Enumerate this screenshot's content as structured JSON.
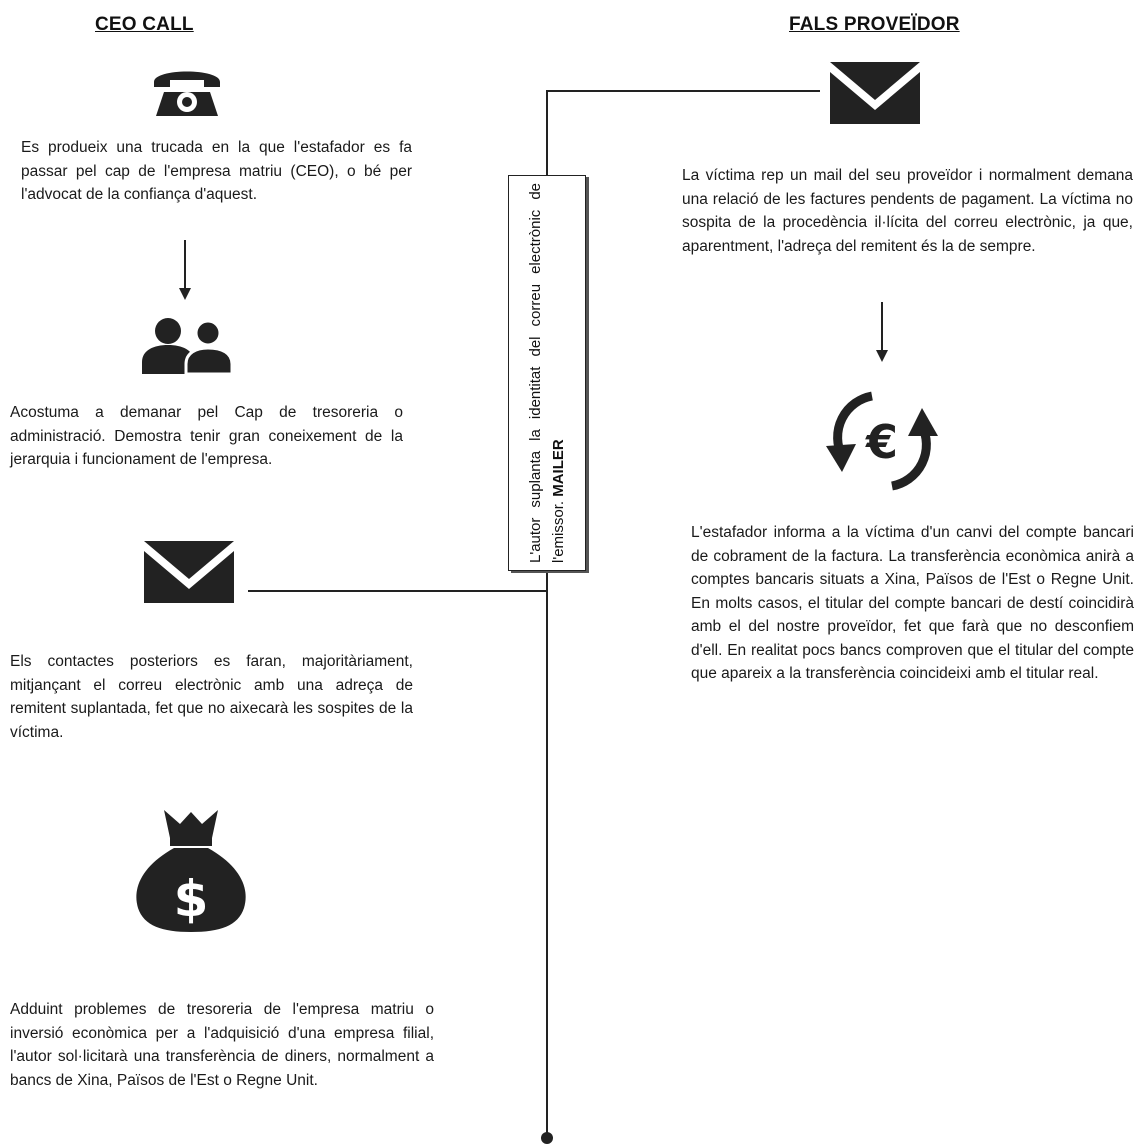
{
  "headings": {
    "left": "CEO CALL",
    "right": "FALS PROVEÏDOR"
  },
  "center_box": {
    "text": "L'autor suplanta la identitat del correu electrònic de l'emissor.",
    "emphasis": "MAILER"
  },
  "left_column": {
    "step1_text": "Es produeix una trucada en la que l'estafador es fa passar pel cap de l'empresa matriu (CEO), o bé per l'advocat de la confiança d'aquest.",
    "step2_text": "Acostuma a demanar pel Cap de tresoreria o administració. Demostra tenir gran coneixement de la jerarquia i funcionament de l'empresa.",
    "step3_text": "Els contactes posteriors es faran, majoritàriament, mitjançant el correu electrònic amb una adreça de remitent suplantada, fet que no aixecarà les sospites de la víctima.",
    "step4_text": "Adduint problemes de tresoreria de l'empresa matriu o inversió econòmica per a l'adquisició d'una empresa filial, l'autor sol·licitarà una transferència de diners, normalment a bancs de Xina, Països de l'Est o Regne Unit."
  },
  "right_column": {
    "step1_text": "La víctima rep un mail del seu proveïdor i normalment demana una relació de les factures pendents de pagament. La víctima no sospita de la procedència il·lícita del correu electrònic, ja que, aparentment, l'adreça del remitent és la de sempre.",
    "step2_text": "L'estafador informa a la víctima d'un canvi del compte bancari de cobrament de la factura. La transferència econòmica anirà a comptes bancaris situats a Xina, Països de l'Est o Regne Unit. En molts casos, el titular del compte bancari de destí coincidirà amb el del nostre proveïdor, fet que farà que no desconfiem d'ell. En realitat pocs bancs comproven que el titular del compte que apareix a la transferència coincideixi amb el titular real."
  },
  "icons": {
    "phone": "telephone-icon",
    "users": "users-icon",
    "mail_left": "envelope-icon",
    "money_bag": "money-bag-icon",
    "mail_right": "envelope-icon",
    "euro_exchange": "euro-exchange-icon"
  },
  "colors": {
    "ink": "#222222",
    "text": "#1a1a1a",
    "background": "#ffffff"
  }
}
